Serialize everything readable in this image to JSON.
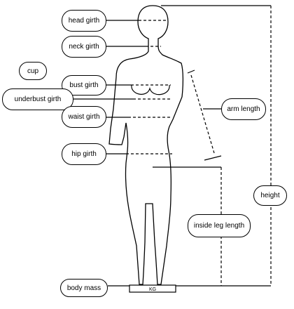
{
  "labels": {
    "head_girth": "head girth",
    "neck_girth": "neck girth",
    "cup": "cup",
    "bust_girth": "bust girth",
    "underbust_girth": "underbust girth",
    "waist_girth": "waist girth",
    "hip_girth": "hip girth",
    "arm_length": "arm length",
    "height": "height",
    "inside_leg_length": "inside leg length",
    "body_mass": "body mass",
    "scale_unit": "KG"
  }
}
